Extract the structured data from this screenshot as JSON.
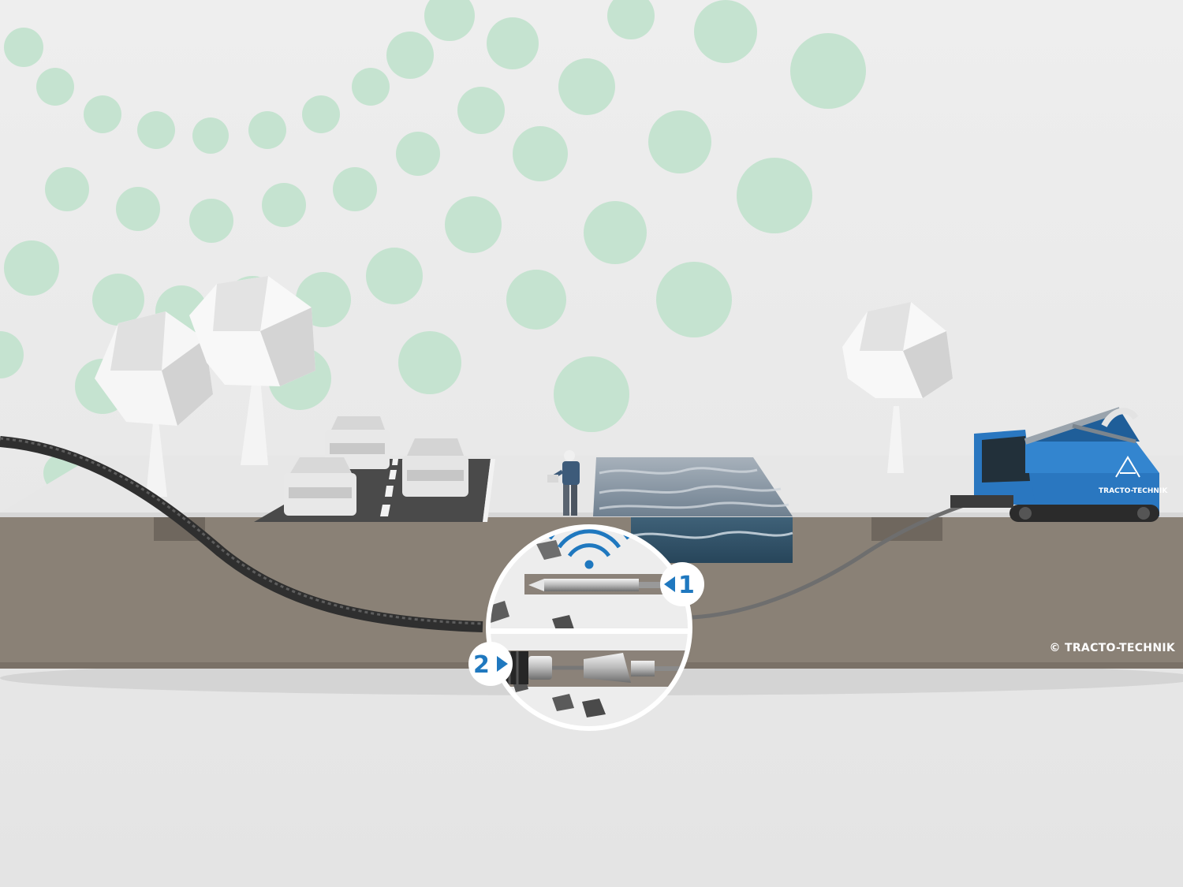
{
  "colors": {
    "background": "#ebebeb",
    "dots": "#c5e3d0",
    "soil": "#8a8176",
    "soil_top": "#e6e6e6",
    "water": "#33536a",
    "machine_blue": "#2a77c0",
    "accent_blue": "#1f78bf"
  },
  "copyright": "© TRACTO-TECHNIK",
  "machine_brand": "TRACTO-TECHNIK",
  "steps": [
    {
      "number": "1",
      "arrow": "left"
    },
    {
      "number": "2",
      "arrow": "right"
    }
  ]
}
